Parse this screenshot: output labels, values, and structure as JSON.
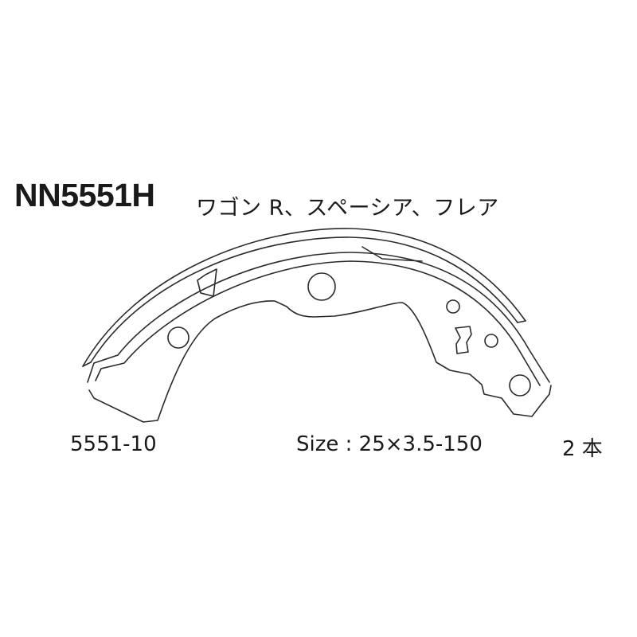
{
  "header": {
    "part_number": "NN5551H",
    "fitment": "ワゴン R、スペーシア、フレア"
  },
  "footer": {
    "sub_number": "5551-10",
    "size_spec": "Size : 25×3.5-150",
    "quantity": "2 本"
  },
  "drawing": {
    "subject": "brake-shoe",
    "line_color": "#2a2a2a"
  }
}
